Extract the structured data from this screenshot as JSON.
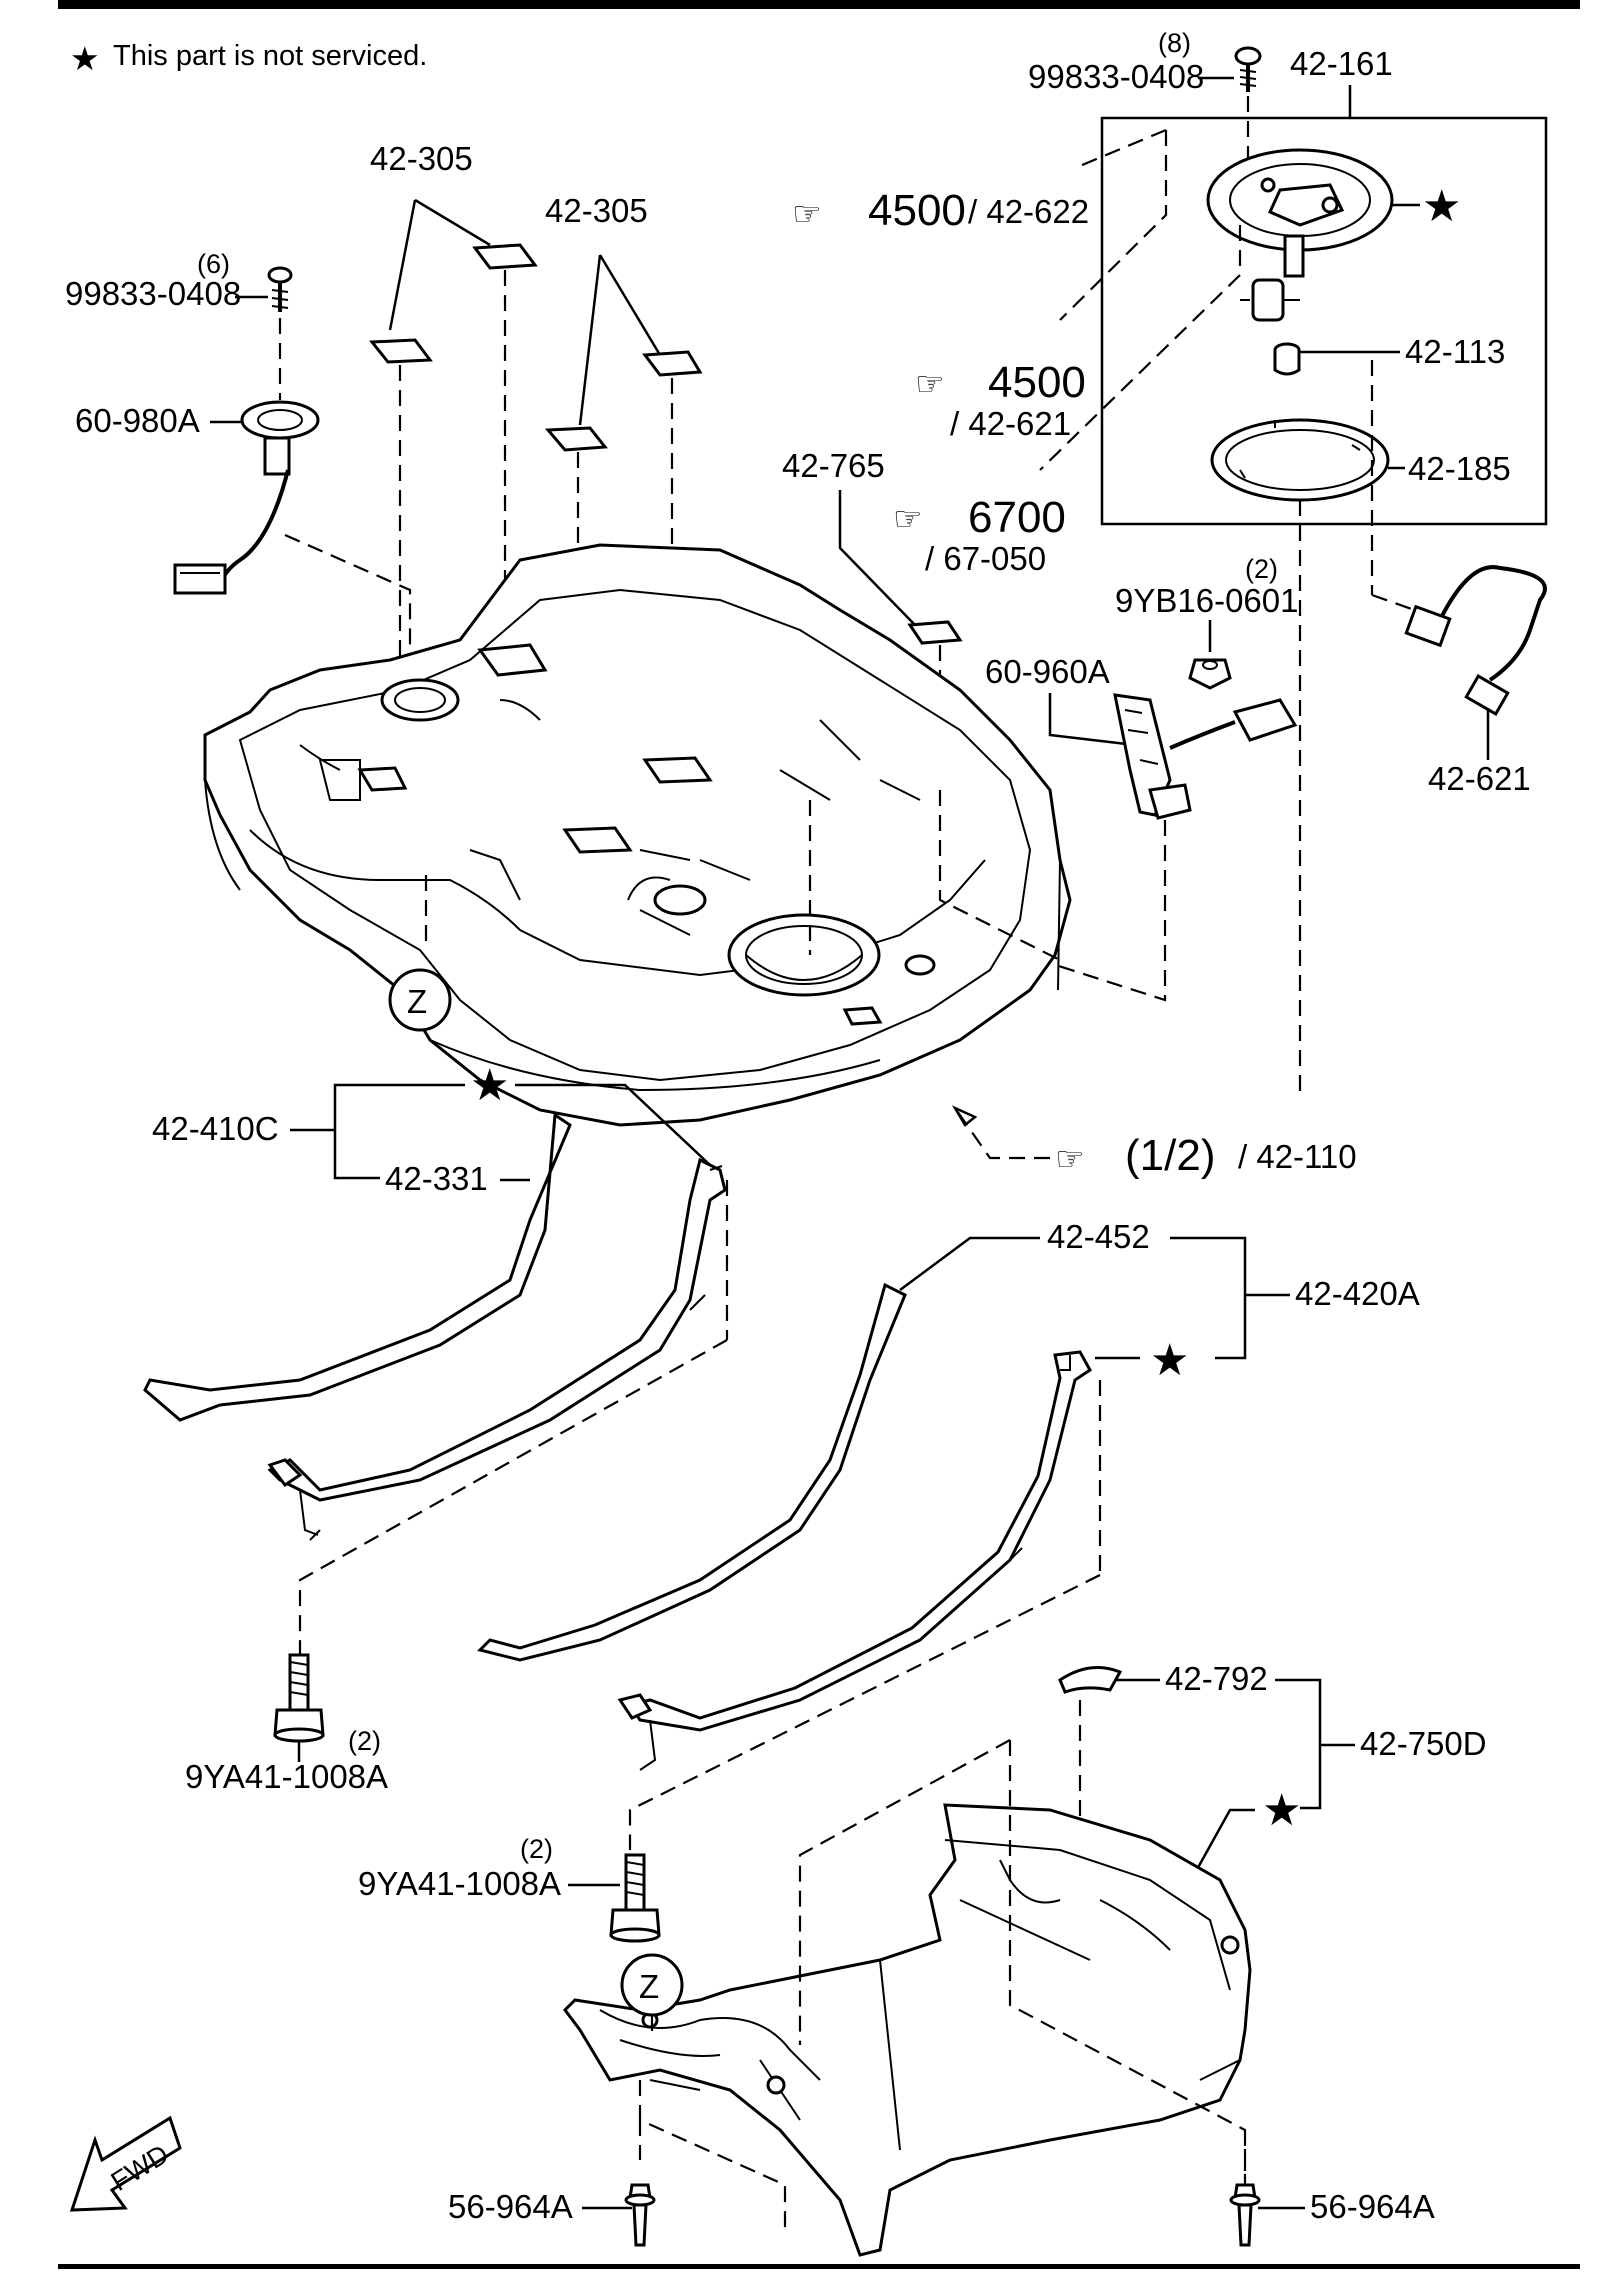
{
  "note": {
    "star": "★",
    "text": "This part is not serviced."
  },
  "refs": {
    "r4500a": {
      "num": "4500",
      "code": "/ 42-622"
    },
    "r4500b": {
      "num": "4500",
      "code": "/ 42-621"
    },
    "r6700": {
      "num": "6700",
      "code": "/ 67-050"
    },
    "r12": {
      "num": "(1/2)",
      "code": "/ 42-110"
    }
  },
  "labels": {
    "bolt_top_qty": "(8)",
    "bolt_top": "99833-0408",
    "p42_161": "42-161",
    "p42_113": "42-113",
    "p42_185": "42-185",
    "p42_621": "42-621",
    "p42_305a": "42-305",
    "p42_305b": "42-305",
    "bolt_left_qty": "(6)",
    "bolt_left": "99833-0408",
    "p60_980A": "60-980A",
    "p42_765": "42-765",
    "nut_qty": "(2)",
    "nut": "9YB16-0601",
    "p60_960A": "60-960A",
    "zone_z1": "Z",
    "zone_z2": "Z",
    "p42_410C": "42-410C",
    "p42_331": "42-331",
    "p42_452": "42-452",
    "p42_420A": "42-420A",
    "bolt_a_qty": "(2)",
    "bolt_a": "9YA41-1008A",
    "bolt_b_qty": "(2)",
    "bolt_b": "9YA41-1008A",
    "p42_792": "42-792",
    "p42_750D": "42-750D",
    "clip_left": "56-964A",
    "clip_right": "56-964A",
    "fwd": "FWD"
  },
  "stars": {
    "s1": "★",
    "s2": "★",
    "s3": "★",
    "s4": "★"
  }
}
